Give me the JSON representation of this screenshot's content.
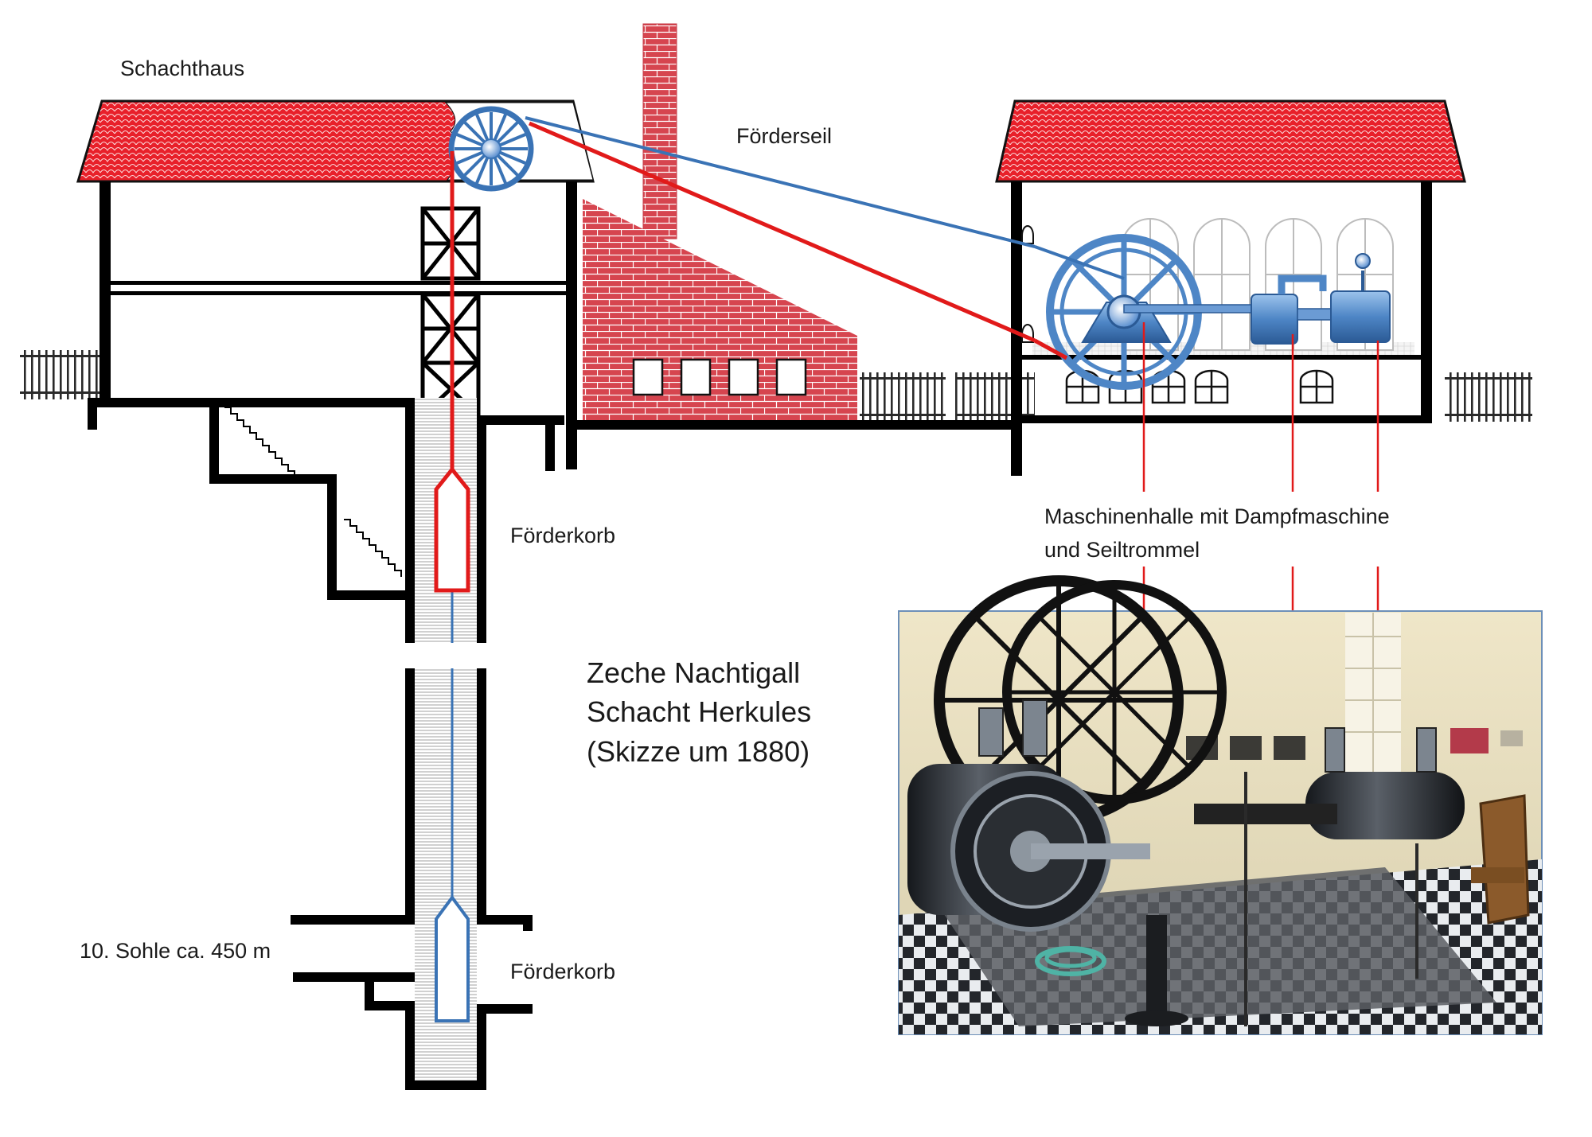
{
  "labels": {
    "shaft_house": "Schachthaus",
    "hoist_rope": "Förderseil",
    "cage_upper": "Förderkorb",
    "cage_lower": "Förderkorb",
    "level": "10. Sohle ca. 450 m",
    "machine_hall_line1": "Maschinenhalle mit Dampfmaschine",
    "machine_hall_line2": "und Seiltrommel"
  },
  "title": {
    "line1": "Zeche Nachtigall",
    "line2": "Schacht Herkules",
    "line3": "(Skizze um 1880)"
  },
  "colors": {
    "roof_red": "#e8202a",
    "brick": "#d6454f",
    "rope_red": "#e11a1a",
    "rope_blue": "#3a73b5",
    "machine_blue": "#4e86c6",
    "outline": "#000000"
  },
  "photo": {
    "subject": "steam-hoisting-engine-photo"
  }
}
